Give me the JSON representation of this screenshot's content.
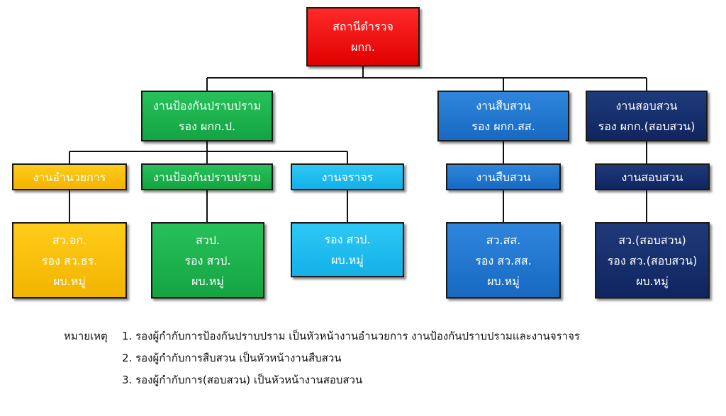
{
  "nodes": {
    "root": [
      "สถานีตำรวจ",
      "ผกก."
    ],
    "prevention": [
      "งานป้องกันปราบปราม",
      "รอง ผกก.ป."
    ],
    "investigation": [
      "งานสืบสวน",
      "รอง ผกก.สส."
    ],
    "inquiry": [
      "งานสอบสวน",
      "รอง ผกก.(สอบสวน)"
    ],
    "admin_unit": [
      "งานอำนวยการ"
    ],
    "prevention_unit": [
      "งานป้องกันปราบปราม"
    ],
    "traffic_unit": [
      "งานจราจร"
    ],
    "investigation_unit": [
      "งานสืบสวน"
    ],
    "inquiry_unit": [
      "งานสอบสวน"
    ],
    "admin_staff": [
      "สว.อก.",
      "รอง สว.ธร.",
      "ผบ.หมู่"
    ],
    "prevention_staff": [
      "สวป.",
      "รอง สวป.",
      "ผบ.หมู่"
    ],
    "traffic_staff": [
      "รอง สวป.",
      "ผบ.หมู่"
    ],
    "investigation_staff": [
      "สว.สส.",
      "รอง สว.สส.",
      "ผบ.หมู่"
    ],
    "inquiry_staff": [
      "สว.(สอบสวน)",
      "รอง สว.(สอบสวน)",
      "ผบ.หมู่"
    ]
  },
  "notes": {
    "label": "หมายเหตุ",
    "items": [
      "1. รองผู้กำกับการป้องกันปราบปราม เป็นหัวหน้างานอำนวยการ งานป้องกันปราบปรามและงานจราจร",
      "2. รองผู้กำกับการสืบสวน เป็นหัวหน้างานสืบสวน",
      "3. รองผู้กำกับการ(สอบสวน) เป็นหัวหน้างานสอบสวน"
    ]
  },
  "colors": {
    "root": "#ff0000",
    "prevention": "#1fb24e",
    "admin": "#ffc000",
    "traffic": "#1fbbf0",
    "investigation": "#1f78d1",
    "inquiry": "#15306e"
  }
}
